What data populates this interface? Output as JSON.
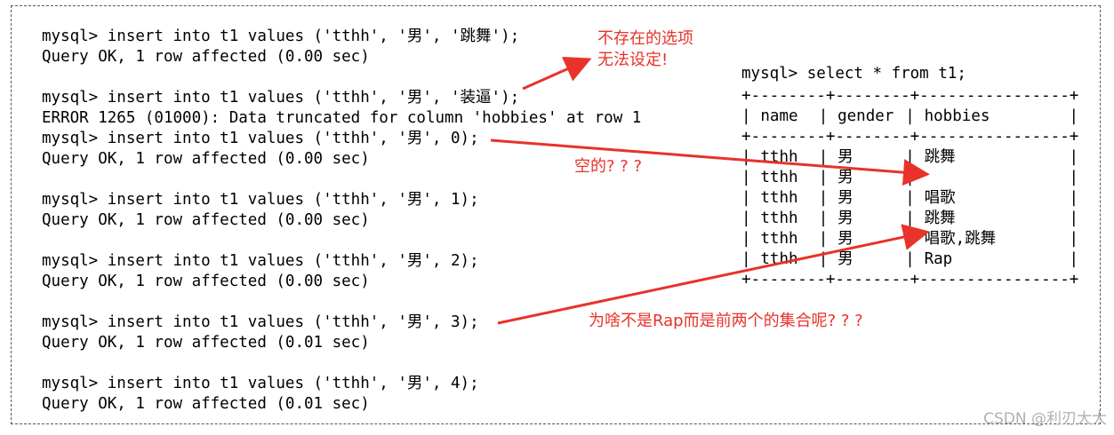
{
  "terminal": {
    "lines": [
      "mysql> insert into t1 values ('tthh', '男', '跳舞');",
      "Query OK, 1 row affected (0.00 sec)",
      "",
      "mysql> insert into t1 values ('tthh', '男', '装逼');",
      "ERROR 1265 (01000): Data truncated for column 'hobbies' at row 1",
      "mysql> insert into t1 values ('tthh', '男', 0);",
      "Query OK, 1 row affected (0.00 sec)",
      "",
      "mysql> insert into t1 values ('tthh', '男', 1);",
      "Query OK, 1 row affected (0.00 sec)",
      "",
      "mysql> insert into t1 values ('tthh', '男', 2);",
      "Query OK, 1 row affected (0.00 sec)",
      "",
      "mysql> insert into t1 values ('tthh', '男', 3);",
      "Query OK, 1 row affected (0.01 sec)",
      "",
      "mysql> insert into t1 values ('tthh', '男', 4);",
      "Query OK, 1 row affected (0.01 sec)"
    ]
  },
  "select": {
    "command": "mysql> select * from t1;",
    "border": "+--------+--------+----------------+",
    "headers": [
      "name",
      "gender",
      "hobbies"
    ],
    "rows": [
      [
        "tthh",
        "男",
        "跳舞"
      ],
      [
        "tthh",
        "男",
        ""
      ],
      [
        "tthh",
        "男",
        "唱歌"
      ],
      [
        "tthh",
        "男",
        "跳舞"
      ],
      [
        "tthh",
        "男",
        "唱歌,跳舞"
      ],
      [
        "tthh",
        "男",
        "Rap"
      ]
    ]
  },
  "annotations": {
    "invalid_option": "不存在的选项\n无法设定!",
    "empty": "空的? ? ?",
    "why_not_rap": "为啥不是Rap而是前两个的集合呢? ? ?"
  },
  "colors": {
    "annotation": "#e8322a",
    "text": "#000000"
  },
  "watermark": "CSDN @利刃大大"
}
